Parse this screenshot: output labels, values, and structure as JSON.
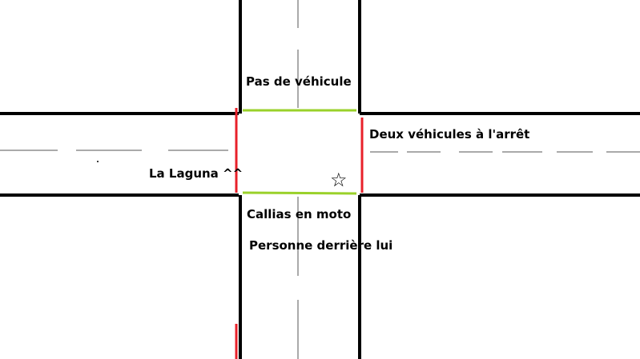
{
  "labels": {
    "north": "Pas de véhicule",
    "east": "Deux véhicules à l'arrêt",
    "west": "La Laguna ^^",
    "south_line1": "Callias en moto",
    "south_line2": "Personne derrière lui"
  },
  "marker": {
    "icon": "star-outline-icon",
    "glyph": "☆"
  },
  "colors": {
    "road_edge": "#000000",
    "lane_marking": "#555555",
    "stop_line_green": "#9ad12a",
    "stop_line_red": "#e8202a",
    "background": "#ffffff"
  }
}
